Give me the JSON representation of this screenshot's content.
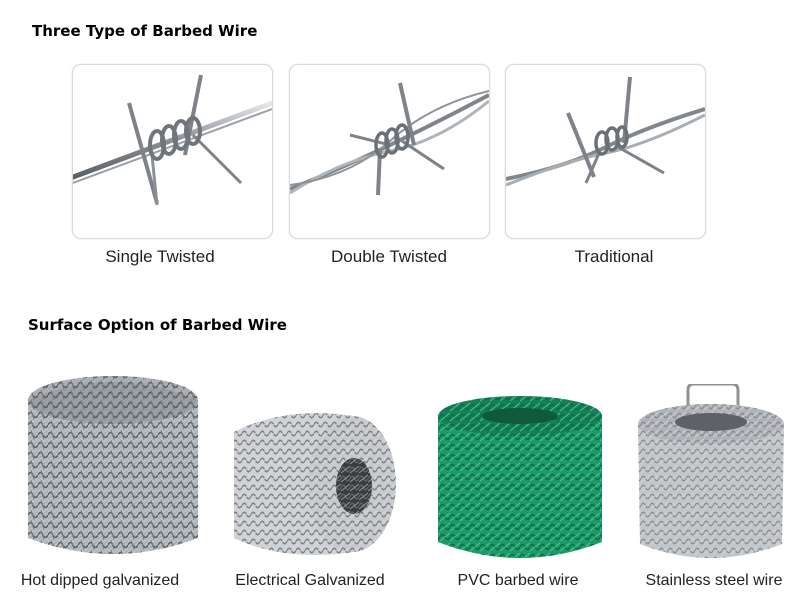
{
  "section_types": {
    "title": "Three Type of Barbed Wire",
    "items": [
      {
        "label": "Single Twisted",
        "icon": "single-twisted-barbed-wire-image"
      },
      {
        "label": "Double Twisted",
        "icon": "double-twisted-barbed-wire-image"
      },
      {
        "label": "Traditional",
        "icon": "traditional-barbed-wire-image"
      }
    ]
  },
  "section_surface": {
    "title": "Surface Option of Barbed Wire",
    "items": [
      {
        "label": "Hot dipped galvanized",
        "color": "#8a8f95"
      },
      {
        "label": "Electrical Galvanized",
        "color": "#b5b9bd"
      },
      {
        "label": "PVC barbed wire",
        "color": "#1e9a6a"
      },
      {
        "label": "Stainless steel wire",
        "color": "#a8acb0"
      }
    ]
  }
}
